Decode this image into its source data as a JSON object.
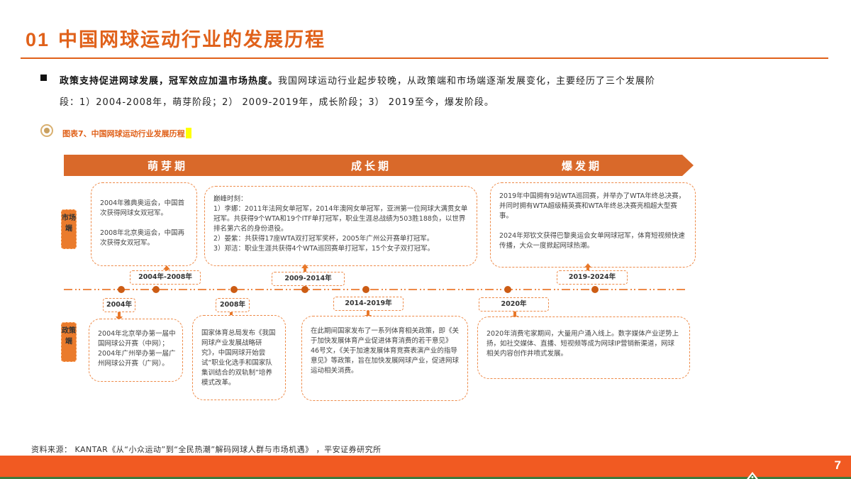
{
  "header": {
    "section_number": "01",
    "title": "中国网球运动行业的发展历程"
  },
  "intro": {
    "bold_lead": "政策支持促进网球发展，冠军效应加温市场热度。",
    "line1_rest": "我国网球运动行业起步较晚，从政策端和市场端逐渐发展变化，主要经历了三个发展阶",
    "line2": "段：1）2004-2008年，萌芽阶段；2） 2009-2019年，成长阶段；3） 2019至今，爆发阶段。"
  },
  "figure": {
    "caption": "图表7、中国网球运动行业发展历程"
  },
  "phases": [
    {
      "label": "萌芽期"
    },
    {
      "label": "成长期"
    },
    {
      "label": "爆发期"
    }
  ],
  "side_labels": {
    "market": "市场端",
    "policy": "政策端"
  },
  "colors": {
    "accent": "#e0611a",
    "banner": "#d9692a",
    "footer": "#f15a22",
    "footer_green": "#3f7a3c",
    "dashed_border": "#ee8a48"
  },
  "market": [
    {
      "period": "2004年-2008年",
      "paragraphs": [
        "2004年雅典奥运会，中国首次获得网球女双冠军。",
        "2008年北京奥运会，中国再次获得女双冠军。"
      ]
    },
    {
      "period": "2009-2014年",
      "heading": "巅峰时刻：",
      "lines": [
        "1）李娜：2011年法网女单冠军，2014年澳网女单冠军，亚洲第一位网球大满贯女单冠军。共获得9个WTA和19个ITF单打冠军，职业生涯总战绩为503胜188负，以世界排名第六名的身份退役。",
        "2）晏紫：共获得17座WTA双打冠军奖杯，2005年广州公开赛单打冠军。",
        "3）郑洁：职业生涯共获得4个WTA巡回赛单打冠军，15个女子双打冠军。"
      ]
    },
    {
      "period": "2019-2024年",
      "paragraphs": [
        "2019年中国拥有9站WTA巡回赛，并举办了WTA年终总决赛，并同时拥有WTA超级精英赛和WTA年终总决赛亮相超大型赛事。",
        "2024年郑钦文获得巴黎奥运会女单网球冠军，体育短视频快速传播，大众一度掀起网球热潮。"
      ]
    }
  ],
  "policy": [
    {
      "period": "2004年",
      "lines": [
        "2004年北京举办第一届中国网球公开赛（中网）；",
        "2004年广州举办第一届广州网球公开赛（广网）。"
      ]
    },
    {
      "period": "2008年",
      "text": "国家体育总局发布《我国网球产业发展战略研究》，中国网球开始尝试“职业化选手和国家队集训结合的双轨制”培养模式改革。"
    },
    {
      "period": "2014-2019年",
      "text": "在此期间国家发布了一系列体育相关政策，即《关于加快发展体育产业促进体育消费的若干意见》46号文，《关于加速发展体育竞赛表演产业的指导意见》等政策，旨在加快发展网球产业，促进网球运动相关消费。"
    },
    {
      "period": "2020年",
      "text": "2020年消费宅家期间，大量用户涌入线上。数字媒体产业逆势上扬，如社交媒体、直播、短视频等成为网球IP营销新渠道，网球相关内容创作井喷式发展。"
    }
  ],
  "source": "资料来源： KANTAR《从“小众运动”到“全民热潮”解码网球人群与市场机遇》 ，平安证券研究所",
  "footer": {
    "page_number": "7"
  }
}
